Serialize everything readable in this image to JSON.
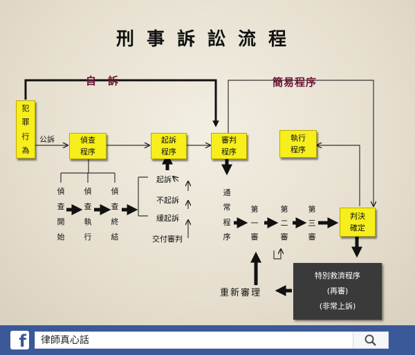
{
  "diagram": {
    "title": "刑事訴訟流程",
    "heading_self_suit": "自　訴",
    "heading_simple": "簡易程序",
    "label_public_suit": "公訴",
    "nodes": {
      "crime": [
        "犯",
        "罪",
        "行",
        "為"
      ],
      "investigation": [
        "偵查",
        "程序"
      ],
      "prosecution": [
        "起訴",
        "程序"
      ],
      "trial": [
        "審判",
        "程序"
      ],
      "execution": [
        "執行",
        "程序"
      ],
      "judgment": [
        "判決",
        "確定"
      ]
    },
    "investigation_stages": [
      [
        "偵",
        "查",
        "開",
        "始"
      ],
      [
        "偵",
        "查",
        "執",
        "行"
      ],
      [
        "偵",
        "查",
        "終",
        "結"
      ]
    ],
    "prosecution_outcomes": [
      "起訴",
      "不起訴",
      "緩起訴",
      "交付審判"
    ],
    "procedure_ordinary": [
      "通",
      "常",
      "程",
      "序"
    ],
    "instances": [
      [
        "第",
        "一",
        "審"
      ],
      [
        "第",
        "二",
        "審"
      ],
      [
        "第",
        "三",
        "審"
      ]
    ],
    "relief": {
      "title": "特別救濟程序",
      "retrial": "(再審)",
      "appeal": "(非常上訴)"
    },
    "retrial_label": "重新審理"
  },
  "fb": {
    "logo": "f",
    "search_value": "律師真心話"
  }
}
